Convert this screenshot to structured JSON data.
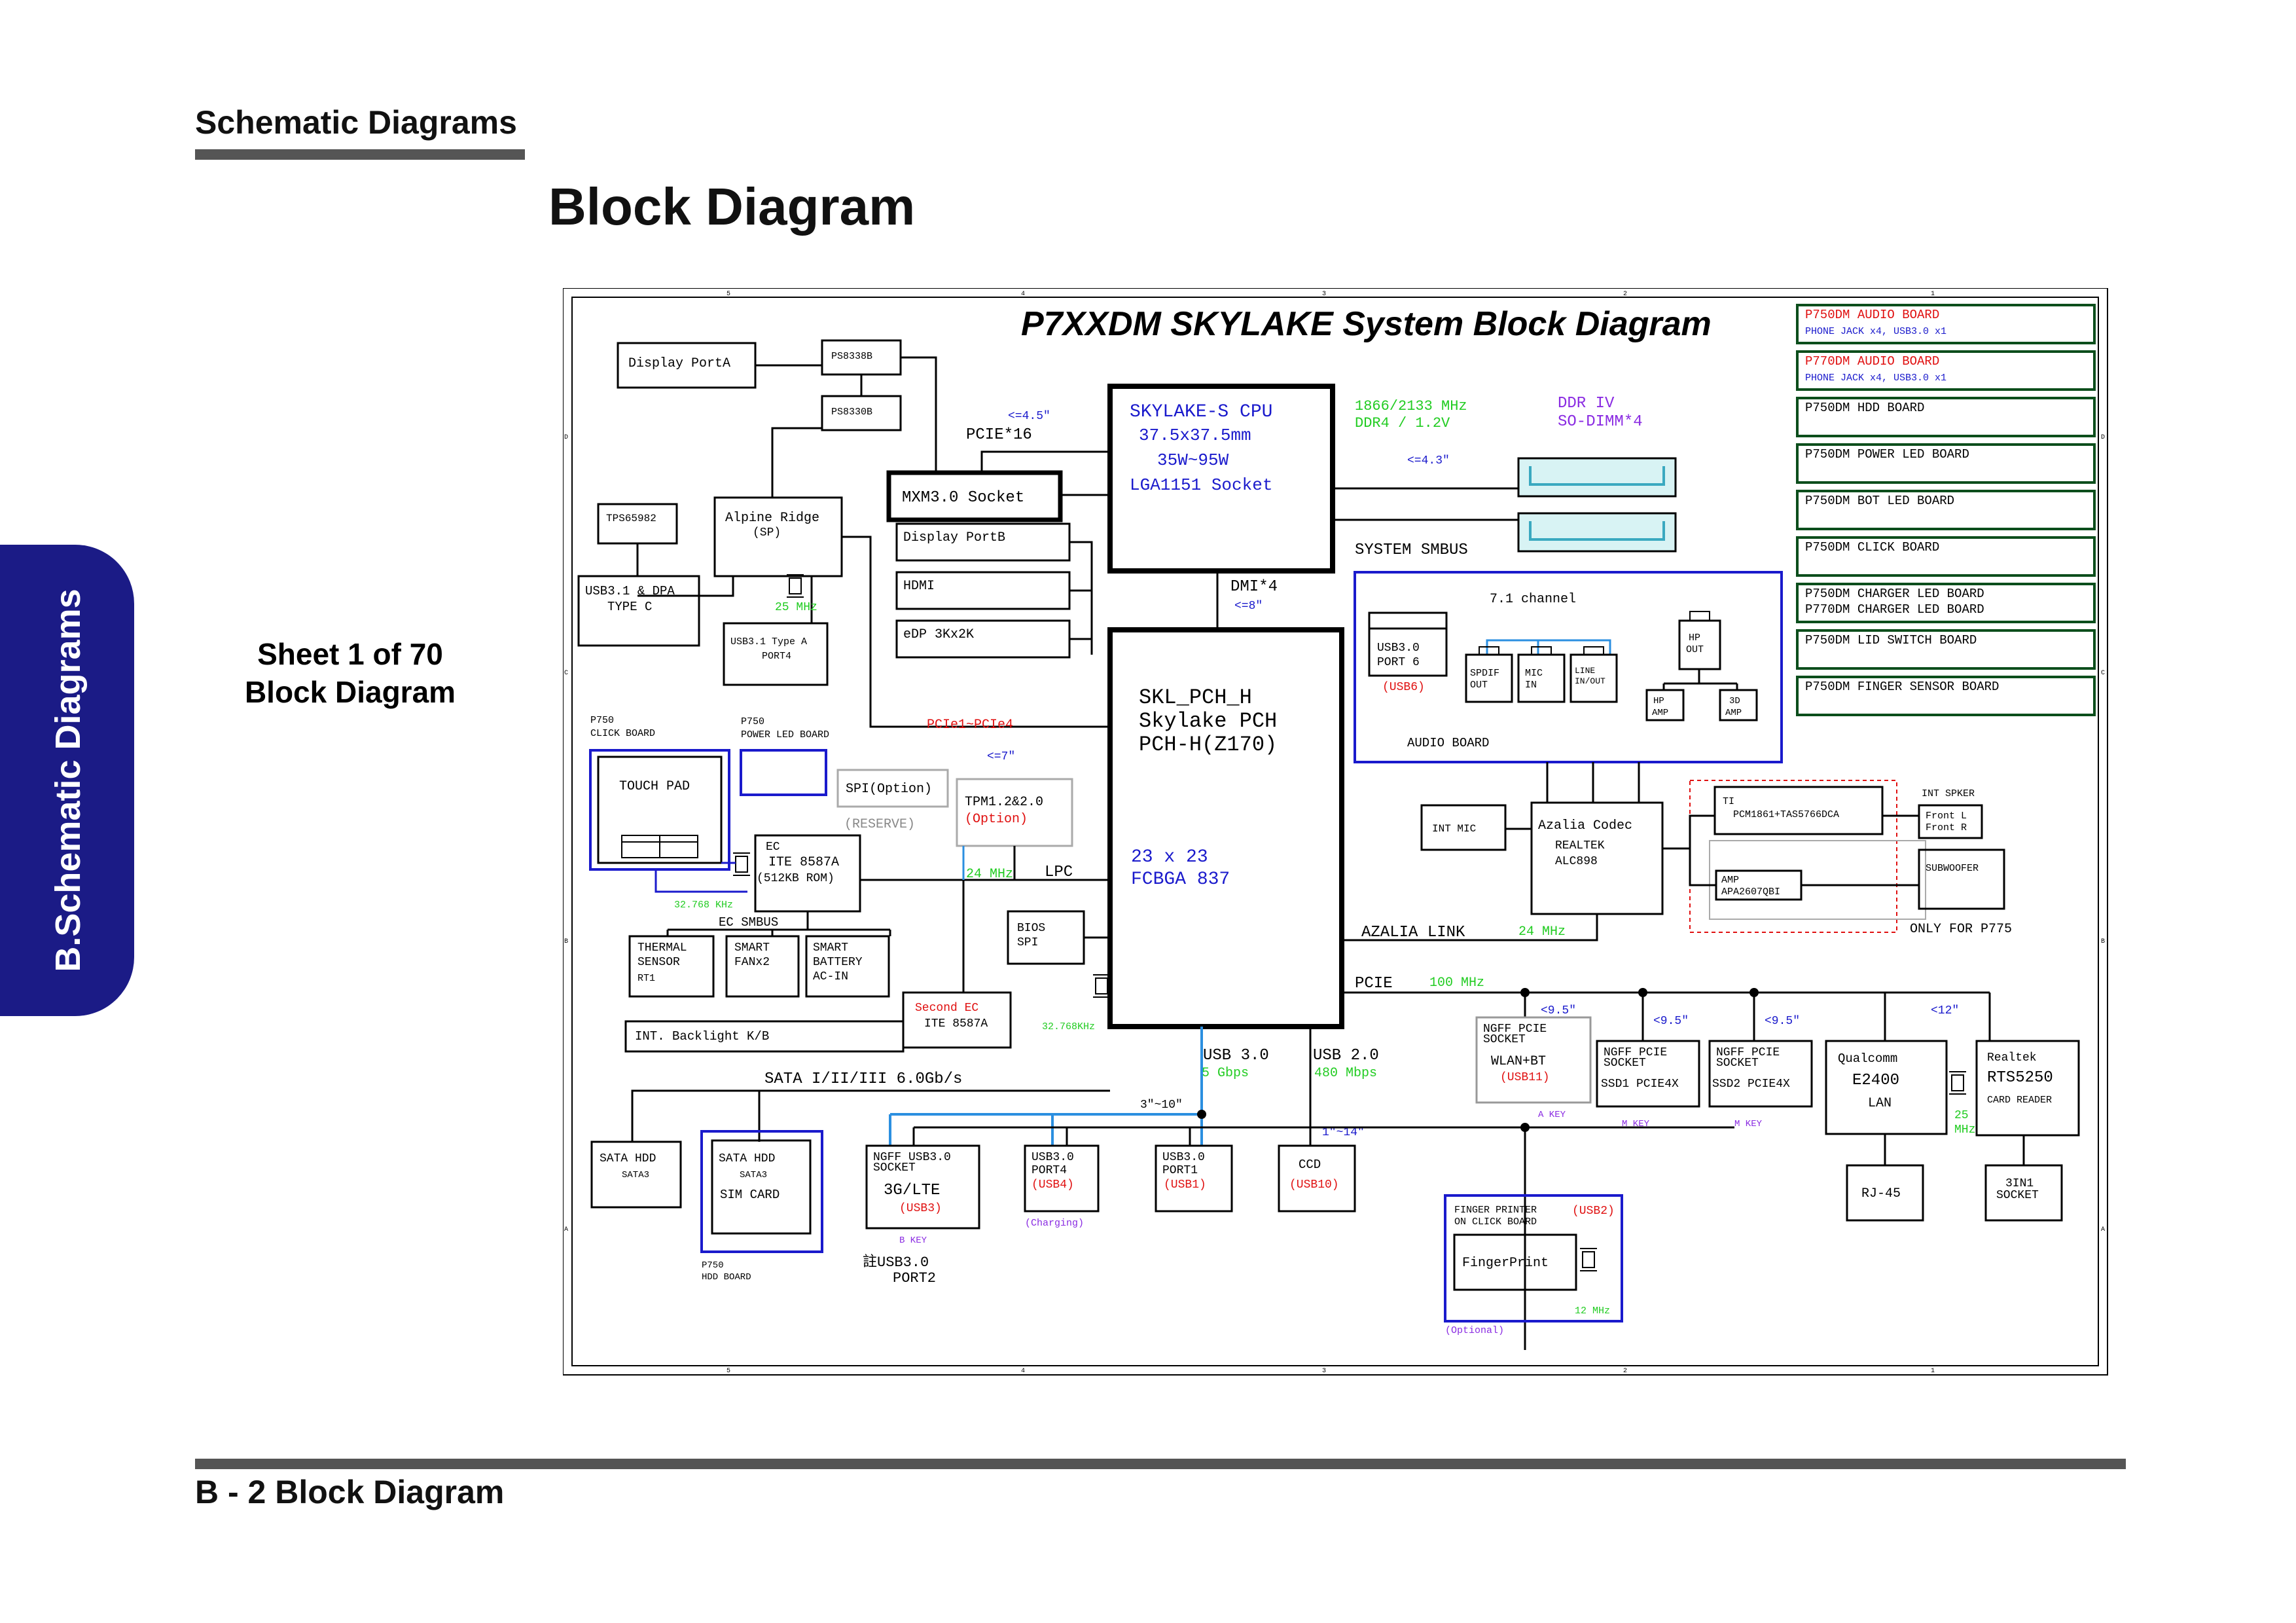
{
  "page": {
    "section_title": "Schematic  Diagrams",
    "page_title": "Block Diagram",
    "sheet_line1": "Sheet 1 of 70",
    "sheet_line2": "Block Diagram",
    "footer": "B - 2   Block Diagram",
    "side_tab": "B.Schematic Diagrams"
  },
  "diagram": {
    "title": "P7XXDM SKYLAKE System Block Diagram",
    "border_numbers": [
      "5",
      "4",
      "3",
      "2",
      "1"
    ],
    "border_letters": [
      "D",
      "C",
      "B",
      "A"
    ],
    "nodes": {
      "display_porta": "Display  PortA",
      "ps8338b": "PS8338B",
      "ps8330b": "PS8330B",
      "tps65982": "TPS65982",
      "alpine_ridge_1": "Alpine  Ridge",
      "alpine_ridge_2": "(SP)",
      "usb31_dpa_1": "USB3.1  &  DPA",
      "usb31_dpa_2": "TYPE  C",
      "usb31_typea_1": "USB3.1  Type  A",
      "usb31_typea_2": "PORT4",
      "mxm": "MXM3.0  Socket",
      "display_portb": "Display  PortB",
      "hdmi": "HDMI",
      "edp": "eDP  3Kx2K",
      "cpu_1": "SKYLAKE-S  CPU",
      "cpu_2": "37.5x37.5mm",
      "cpu_3": "35W~95W",
      "cpu_4": "LGA1151  Socket",
      "ddr_1": "DDR  IV",
      "ddr_2": "SO-DIMM*4",
      "ddr_speed_1": "1866/2133  MHz",
      "ddr_speed_2": "DDR4  /  1.2V",
      "pch_1": "SKL_PCH_H",
      "pch_2": "Skylake  PCH",
      "pch_3": "PCH-H(Z170)",
      "pch_4": "23  x  23",
      "pch_5": "FCBGA  837",
      "click_board_1": "P750",
      "click_board_2": "CLICK  BOARD",
      "touch_pad": "TOUCH  PAD",
      "power_led_1": "P750",
      "power_led_2": "POWER  LED  BOARD",
      "spi_1": "SPI(Option)",
      "spi_2": "(RESERVE)",
      "tpm_1": "TPM1.2&2.0",
      "tpm_2": "(Option)",
      "ec_1": "EC",
      "ec_2": "ITE  8587A",
      "ec_3": "(512KB  ROM)",
      "bios_1": "BIOS",
      "bios_2": "SPI",
      "thermal_1": "THERMAL",
      "thermal_2": "SENSOR",
      "thermal_3": "RT1",
      "fan_1": "SMART",
      "fan_2": "FANx2",
      "battery_1": "SMART",
      "battery_2": "BATTERY",
      "battery_3": "AC-IN",
      "second_ec_1": "Second  EC",
      "second_ec_2": "ITE  8587A",
      "backlight": "INT.  Backlight  K/B",
      "sata_hdd_1": "SATA  HDD",
      "sata_hdd_2": "SATA3",
      "sata_hdd_b1": "SATA  HDD",
      "sata_hdd_b2": "SATA3",
      "sim_card": "SIM  CARD",
      "hdd_board_1": "P750",
      "hdd_board_2": "HDD  BOARD",
      "ngff_3g_1": "NGFF  USB3.0",
      "ngff_3g_2": "SOCKET",
      "ngff_3g_3": "3G/LTE",
      "ngff_3g_4": "(USB3)",
      "ngff_3g_5": "B  KEY",
      "usb30_port2_1": "註USB3.0",
      "usb30_port2_2": "PORT2",
      "usb30_port4_1": "USB3.0",
      "usb30_port4_2": "PORT4",
      "usb30_port4_3": "(USB4)",
      "usb30_port4_4": "(Charging)",
      "usb30_port1_1": "USB3.0",
      "usb30_port1_2": "PORT1",
      "usb30_port1_3": "(USB1)",
      "ccd_1": "CCD",
      "ccd_2": "(USB10)",
      "ngff_wlan_1": "NGFF  PCIE",
      "ngff_wlan_2": "SOCKET",
      "ngff_wlan_3": "WLAN+BT",
      "ngff_wlan_4": "(USB11)",
      "ngff_wlan_5": "A  KEY",
      "ngff_ssd1_1": "NGFF  PCIE",
      "ngff_ssd1_2": "SOCKET",
      "ngff_ssd1_3": "SSD1  PCIE4X",
      "ngff_ssd1_4": "M  KEY",
      "ngff_ssd2_1": "NGFF  PCIE",
      "ngff_ssd2_2": "SOCKET",
      "ngff_ssd2_3": "SSD2  PCIE4X",
      "ngff_ssd2_4": "M  KEY",
      "lan_1": "Qualcomm",
      "lan_2": "E2400",
      "lan_3": "LAN",
      "lan_xtal_1": "25",
      "lan_xtal_2": "MHz",
      "rj45": "RJ-45",
      "card_1": "Realtek",
      "card_2": "RTS5250",
      "card_3": "CARD  READER",
      "card_socket_1": "3IN1",
      "card_socket_2": "SOCKET",
      "finger_1": "FINGER  PRINTER",
      "finger_2": "ON  CLICK  BOARD",
      "finger_3": "(USB2)",
      "finger_4": "FingerPrint",
      "finger_5": "12  MHz",
      "finger_6": "(Optional)",
      "audio_usb_1": "USB3.0",
      "audio_usb_2": "PORT  6",
      "audio_usb_3": "(USB6)",
      "channel": "7.1  channel",
      "spdif_1": "SPDIF",
      "spdif_2": "OUT",
      "mic_1": "MIC",
      "mic_2": "IN",
      "line_1": "LINE",
      "line_2": "IN/OUT",
      "hp_out_1": "HP",
      "hp_out_2": "OUT",
      "hp_amp_1": "HP",
      "hp_amp_2": "AMP",
      "amp3d_1": "3D",
      "amp3d_2": "AMP",
      "audio_board": "AUDIO  BOARD",
      "int_mic": "INT  MIC",
      "codec_1": "Azalia  Codec",
      "codec_2": "REALTEK",
      "codec_3": "ALC898",
      "ti_1": "TI",
      "ti_2": "PCM1861+TAS5766DCA",
      "speaker_title": "INT  SPKER",
      "speaker_1": "Front  L",
      "speaker_2": "Front  R",
      "amp_1": "AMP",
      "amp_2": "APA2607QBI",
      "subwoofer": "SUBWOOFER",
      "only_p775": "ONLY  FOR  P775"
    },
    "labels": {
      "pcie16": "PCIE*16",
      "pcie16_len": "<=4.5\"",
      "ddr_len": "<=4.3\"",
      "system_smbus": "SYSTEM  SMBUS",
      "dmi": "DMI*4",
      "dmi_len": "<=8\"",
      "pcie1_4": "PCIe1~PCIe4",
      "lpc": "LPC",
      "lpc_len": "<=7\"",
      "ec_xtal": "32.768  KHz",
      "lpc_clk": "24  MHz",
      "alpine_xtal": "25  MHz",
      "ec_smbus": "EC  SMBUS",
      "pch_xtal": "32.768KHz",
      "sata": "SATA  I/II/III  6.0Gb/s",
      "usb30": "USB  3.0",
      "usb30_speed": "5  Gbps",
      "usb20": "USB  2.0",
      "usb20_speed": "480  Mbps",
      "usb30_len": "3\"~10\"",
      "usb20_len": "1\"~14\"",
      "azalia": "AZALIA  LINK",
      "azalia_clk": "24  MHz",
      "pcie": "PCIE",
      "pcie_clk": "100  MHz",
      "len_wlan": "<9.5\"",
      "len_ssd1": "<9.5\"",
      "len_ssd2": "<9.5\"",
      "len_lan": "<12\""
    },
    "side_boards": [
      {
        "title": "P750DM  AUDIO  BOARD",
        "sub": "PHONE  JACK  x4,  USB3.0  x1"
      },
      {
        "title": "P770DM  AUDIO  BOARD",
        "sub": "PHONE  JACK  x4,  USB3.0  x1"
      },
      {
        "title": "P750DM  HDD  BOARD",
        "sub": ""
      },
      {
        "title": "P750DM  POWER  LED  BOARD",
        "sub": ""
      },
      {
        "title": "P750DM  BOT  LED  BOARD",
        "sub": ""
      },
      {
        "title": "P750DM  CLICK  BOARD",
        "sub": ""
      },
      {
        "title": "P750DM  CHARGER  LED  BOARD",
        "sub": "P770DM  CHARGER  LED  BOARD"
      },
      {
        "title": "P750DM  LID  SWITCH  BOARD",
        "sub": ""
      },
      {
        "title": "P750DM  FINGER  SENSOR  BOARD",
        "sub": ""
      }
    ],
    "colors": {
      "line": "#000000",
      "blue": "#1a1acc",
      "green": "#22cc22",
      "red": "#e01010",
      "purple": "#8a2be2",
      "usb_blue": "#2b8fe0",
      "board_green": "#0c4e1c",
      "ddr_fill": "#d8f3f4"
    }
  }
}
